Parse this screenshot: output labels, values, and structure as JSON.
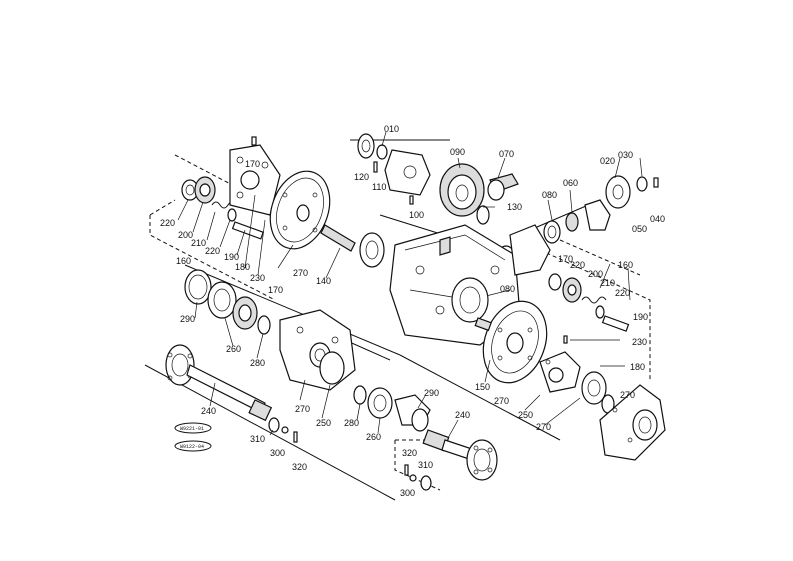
{
  "labels": [
    {
      "id": "010",
      "text": "010"
    },
    {
      "id": "020",
      "text": "020"
    },
    {
      "id": "030",
      "text": "030"
    },
    {
      "id": "040",
      "text": "040"
    },
    {
      "id": "050",
      "text": "050"
    },
    {
      "id": "060",
      "text": "060"
    },
    {
      "id": "070",
      "text": "070"
    },
    {
      "id": "080a",
      "text": "080"
    },
    {
      "id": "080b",
      "text": "080"
    },
    {
      "id": "090",
      "text": "090"
    },
    {
      "id": "100",
      "text": "100"
    },
    {
      "id": "110",
      "text": "110"
    },
    {
      "id": "120",
      "text": "120"
    },
    {
      "id": "130",
      "text": "130"
    },
    {
      "id": "140",
      "text": "140"
    },
    {
      "id": "150",
      "text": "150"
    },
    {
      "id": "160a",
      "text": "160"
    },
    {
      "id": "160b",
      "text": "160"
    },
    {
      "id": "170a",
      "text": "170"
    },
    {
      "id": "170b",
      "text": "170"
    },
    {
      "id": "170c",
      "text": "170"
    },
    {
      "id": "180a",
      "text": "180"
    },
    {
      "id": "180b",
      "text": "180"
    },
    {
      "id": "190a",
      "text": "190"
    },
    {
      "id": "190b",
      "text": "190"
    },
    {
      "id": "200a",
      "text": "200"
    },
    {
      "id": "200b",
      "text": "200"
    },
    {
      "id": "210a",
      "text": "210"
    },
    {
      "id": "210b",
      "text": "210"
    },
    {
      "id": "220a",
      "text": "220"
    },
    {
      "id": "220b",
      "text": "220"
    },
    {
      "id": "220c",
      "text": "220"
    },
    {
      "id": "220d",
      "text": "220"
    },
    {
      "id": "230a",
      "text": "230"
    },
    {
      "id": "230b",
      "text": "230"
    },
    {
      "id": "240a",
      "text": "240"
    },
    {
      "id": "240b",
      "text": "240"
    },
    {
      "id": "250a",
      "text": "250"
    },
    {
      "id": "250b",
      "text": "250"
    },
    {
      "id": "260a",
      "text": "260"
    },
    {
      "id": "260b",
      "text": "260"
    },
    {
      "id": "270a",
      "text": "270"
    },
    {
      "id": "270b",
      "text": "270"
    },
    {
      "id": "270c",
      "text": "270"
    },
    {
      "id": "270d",
      "text": "270"
    },
    {
      "id": "270e",
      "text": "270"
    },
    {
      "id": "280a",
      "text": "280"
    },
    {
      "id": "280b",
      "text": "280"
    },
    {
      "id": "290a",
      "text": "290"
    },
    {
      "id": "290b",
      "text": "290"
    },
    {
      "id": "300a",
      "text": "300"
    },
    {
      "id": "300b",
      "text": "300"
    },
    {
      "id": "310a",
      "text": "310"
    },
    {
      "id": "310b",
      "text": "310"
    },
    {
      "id": "320a",
      "text": "320"
    },
    {
      "id": "320b",
      "text": "320"
    }
  ],
  "reference_tags": [
    {
      "id": "ref1",
      "text": "W9221-01"
    },
    {
      "id": "ref2",
      "text": "W9122-04"
    }
  ]
}
